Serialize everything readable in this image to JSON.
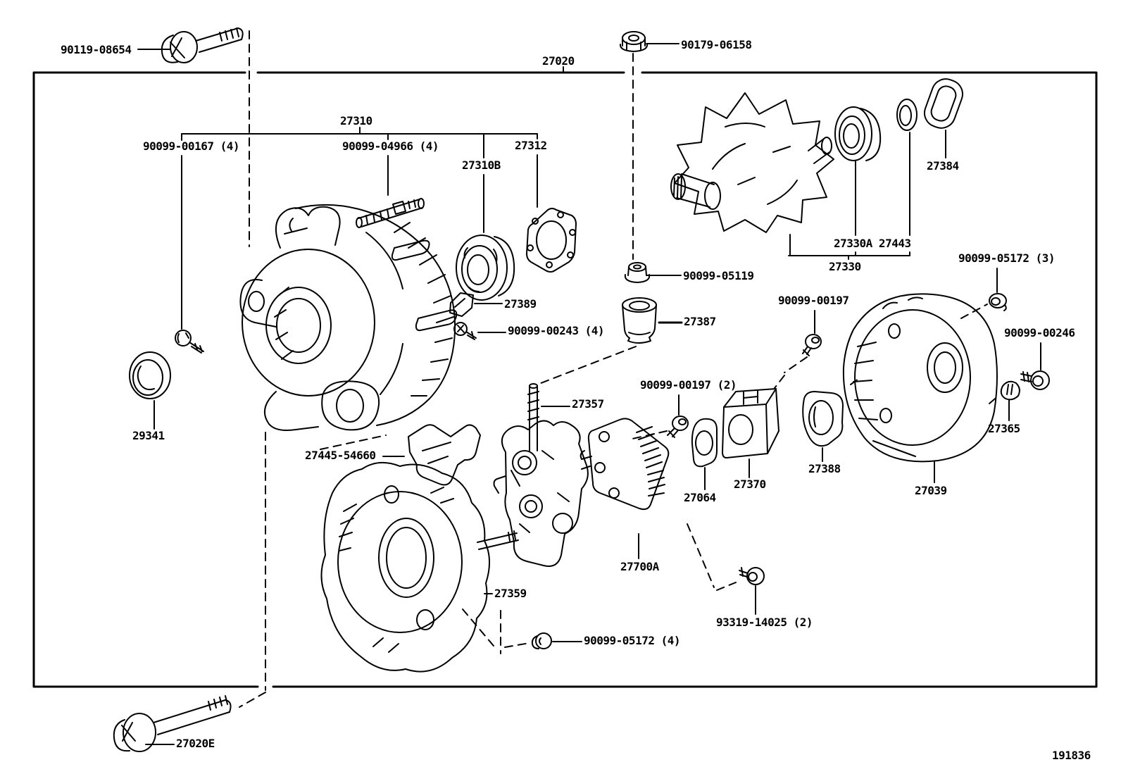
{
  "meta": {
    "background": "#ffffff",
    "line_color": "#000000",
    "assembly_part_number": "27020",
    "figure_number": "191836"
  },
  "labels": {
    "p90119": "90119-08654",
    "p27020": "27020",
    "p90179": "90179-06158",
    "p27310": "27310",
    "p00167": "90099-00167 (4)",
    "p04966": "90099-04966 (4)",
    "p27312": "27312",
    "p27310B": "27310B",
    "p27384": "27384",
    "p27330A": "27330A 27443",
    "p27330": "27330",
    "p05119": "90099-05119",
    "p05172_3": "90099-05172 (3)",
    "p00197": "90099-00197",
    "p27389": "27389",
    "p00243": "90099-00243 (4)",
    "p27387": "27387",
    "p00246": "90099-00246",
    "p00197_2": "90099-00197 (2)",
    "p27357": "27357",
    "p27365": "27365",
    "p29341": "29341",
    "p27445": "27445-54660",
    "p27064": "27064",
    "p27370": "27370",
    "p27388": "27388",
    "p27039": "27039",
    "p27700A": "27700A",
    "p27359": "27359",
    "p05172_4": "90099-05172 (4)",
    "p93319": "93319-14025 (2)",
    "p27020E": "27020E",
    "fig_number": "191836"
  }
}
